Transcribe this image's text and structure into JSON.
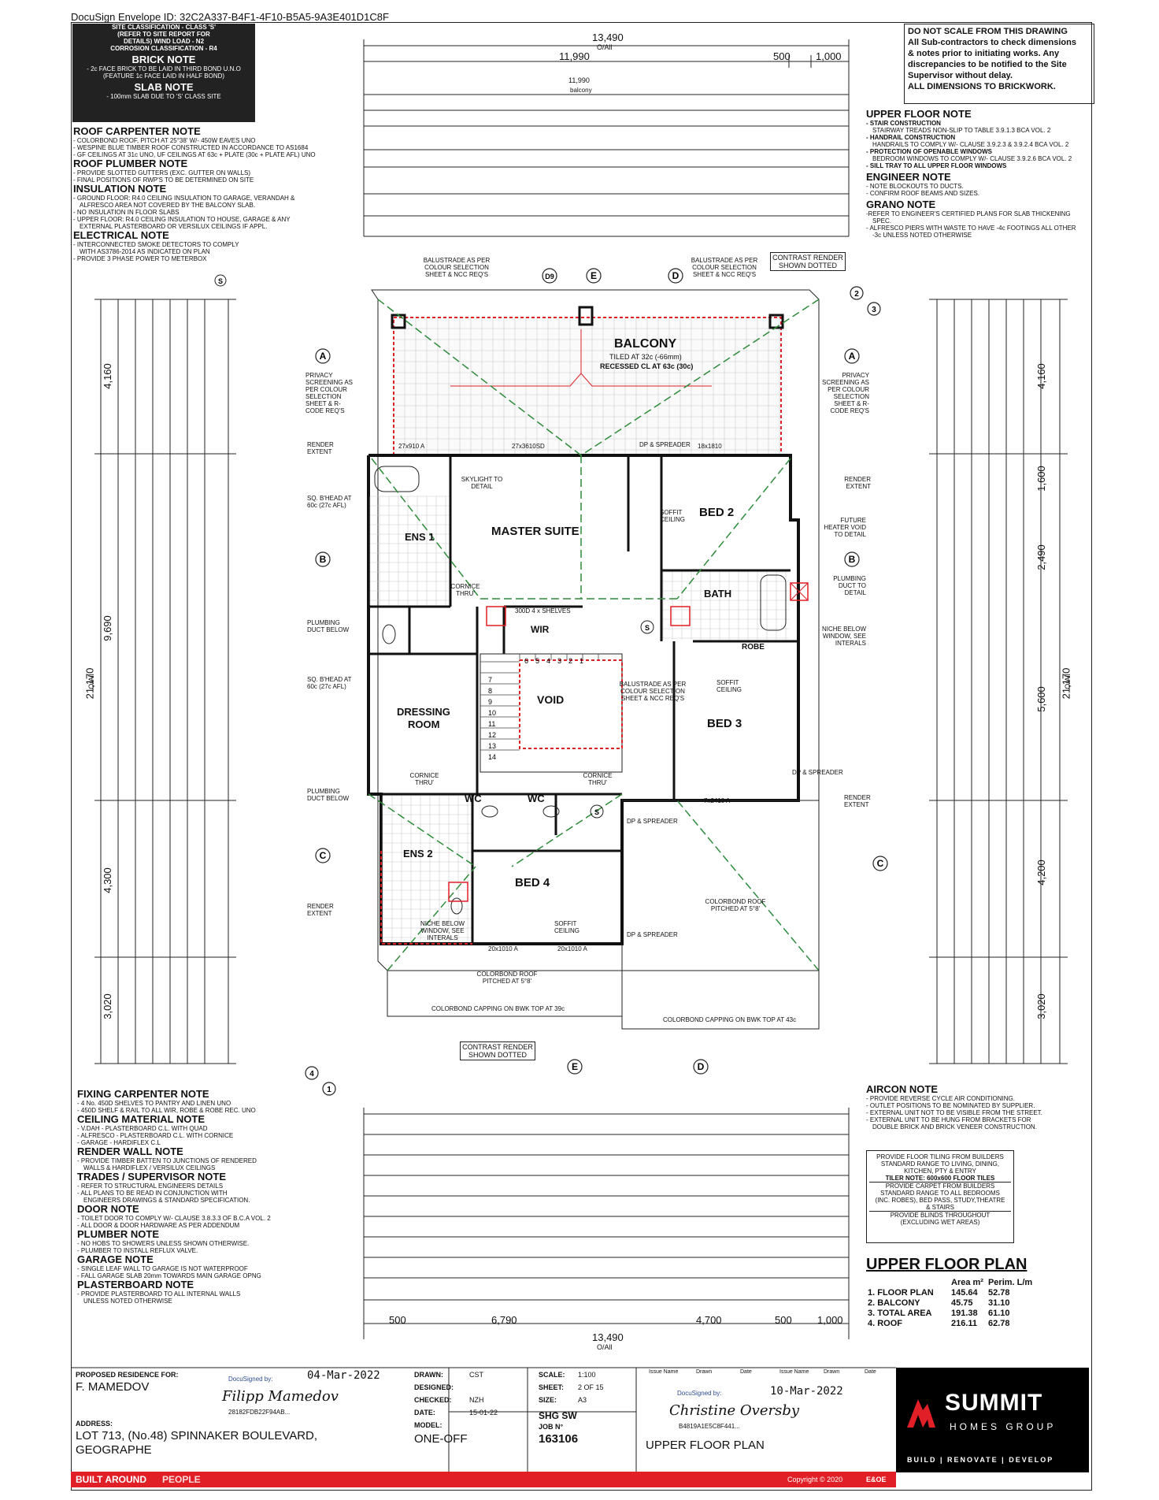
{
  "envelope_id": "DocuSign Envelope ID: 32C2A337-B4F1-4F10-B5A5-9A3E401D1C8F",
  "site_box": {
    "lines": [
      "SITE CLASSIFICATION - CLASS 'S'",
      "(REFER TO SITE REPORT FOR",
      "DETAILS) WIND LOAD - N2",
      "CORROSION CLASSIFICATION - R4"
    ],
    "brick_title": "BRICK NOTE",
    "brick_lines": [
      "- 2c FACE BRICK TO BE LAID IN THIRD BOND U.N.O",
      "(FEATURE 1c FACE LAID IN HALF BOND)"
    ],
    "slab_title": "SLAB NOTE",
    "slab_lines": [
      "- 100mm SLAB DUE TO 'S' CLASS SITE"
    ]
  },
  "left_notes": [
    {
      "title": "ROOF CARPENTER NOTE",
      "lines": [
        "- COLORBOND ROOF, PITCH AT 25°38' W/- 450W EAVES UNO",
        "- WESPINE BLUE TIMBER ROOF CONSTRUCTED IN ACCORDANCE TO AS1684",
        "- GF CEILINGS AT 31c UNO, UF CEILINGS AT 63c + PLATE (30c + PLATE AFL) UNO"
      ]
    },
    {
      "title": "ROOF PLUMBER NOTE",
      "lines": [
        "- PROVIDE SLOTTED GUTTERS (EXC. GUTTER ON WALLS)",
        "- FINAL POSITIONS OF RWP'S TO BE DETERMINED ON SITE"
      ]
    },
    {
      "title": "INSULATION NOTE",
      "lines": [
        "- GROUND FLOOR: R4.0 CEILING INSULATION TO GARAGE, VERANDAH &",
        "ALFRESCO AREA NOT COVERED BY THE BALCONY SLAB.",
        "- NO INSULATION IN FLOOR SLABS",
        "- UPPER FLOOR: R4.0 CEILING INSULATION TO HOUSE, GARAGE & ANY",
        "EXTERNAL PLASTERBOARD OR VERSILUX CEILINGS IF APPL."
      ]
    },
    {
      "title": "ELECTRICAL NOTE",
      "lines": [
        "- INTERCONNECTED SMOKE DETECTORS TO COMPLY",
        "WITH AS3786-2014 AS INDICATED ON PLAN",
        "- PROVIDE 3 PHASE POWER TO METERBOX"
      ]
    }
  ],
  "disclaimer": [
    "DO NOT SCALE FROM THIS DRAWING",
    "All Sub-contractors to check dimensions",
    "& notes prior to initiating works. Any",
    "discrepancies to be notified to the Site",
    "Supervisor without delay.",
    "ALL DIMENSIONS TO BRICKWORK."
  ],
  "right_notes": [
    {
      "title": "UPPER FLOOR NOTE",
      "lines": [
        "- STAIR CONSTRUCTION",
        "STAIRWAY TREADS NON-SLIP TO TABLE 3.9.1.3 BCA VOL. 2",
        "- HANDRAIL CONSTRUCTION",
        "HANDRAILS TO COMPLY W/- CLAUSE 3.9.2.3 & 3.9.2.4 BCA VOL. 2",
        "- PROTECTION OF OPENABLE WINDOWS",
        "BEDROOM WINDOWS TO COMPLY W/- CLAUSE 3.9.2.6 BCA VOL. 2",
        "- SILL TRAY TO ALL UPPER FLOOR WINDOWS"
      ]
    },
    {
      "title": "ENGINEER NOTE",
      "lines": [
        "- NOTE BLOCKOUTS TO DUCTS.",
        "- CONFIRM ROOF BEAMS AND SIZES."
      ]
    },
    {
      "title": "GRANO NOTE",
      "lines": [
        "-REFER TO ENGINEER'S CERTIFIED PLANS FOR SLAB THICKENING",
        "SPEC.",
        "- ALFRESCO PIERS WITH WASTE TO HAVE -4c FOOTINGS ALL OTHER",
        "-3c UNLESS NOTED OTHERWISE"
      ]
    }
  ],
  "bottom_left_notes": [
    {
      "title": "FIXING CARPENTER NOTE",
      "lines": [
        "- 4 No. 450D SHELVES TO PANTRY AND LINEN UNO",
        "- 450D SHELF & RAIL TO ALL WIR, ROBE & ROBE REC. UNO"
      ]
    },
    {
      "title": "CEILING MATERIAL NOTE",
      "lines": [
        "- V.DAH - PLASTERBOARD C.L. WITH QUAD",
        "- ALFRESCO - PLASTERBOARD C.L. WITH CORNICE",
        "- GARAGE - HARDIFLEX C.L"
      ]
    },
    {
      "title": "RENDER WALL NOTE",
      "lines": [
        "- PROVIDE TIMBER BATTEN TO JUNCTIONS OF RENDERED",
        "WALLS & HARDIFLEX / VERSILUX CEILINGS"
      ]
    },
    {
      "title": "TRADES / SUPERVISOR NOTE",
      "lines": [
        "- REFER TO STRUCTURAL ENGINEERS DETAILS",
        "- ALL PLANS TO BE READ IN CONJUNCTION WITH",
        "ENGINEERS DRAWINGS & STANDARD SPECIFICATION."
      ]
    },
    {
      "title": "DOOR NOTE",
      "lines": [
        "- TOILET DOOR TO COMPLY W/- CLAUSE 3.8.3.3 OF B.C.A VOL. 2",
        "- ALL DOOR & DOOR HARDWARE AS PER ADDENDUM"
      ]
    },
    {
      "title": "PLUMBER NOTE",
      "lines": [
        "- NO HOBS TO SHOWERS UNLESS SHOWN OTHERWISE.",
        "- PLUMBER TO INSTALL REFLUX VALVE."
      ]
    },
    {
      "title": "GARAGE NOTE",
      "lines": [
        "- SINGLE LEAF WALL TO GARAGE IS NOT WATERPROOF",
        "- FALL GARAGE SLAB 20mm TOWARDS MAIN GARAGE OPNG"
      ]
    },
    {
      "title": "PLASTERBOARD NOTE",
      "lines": [
        "- PROVIDE PLASTERBOARD TO ALL INTERNAL WALLS",
        "UNLESS NOTED OTHERWISE"
      ]
    }
  ],
  "aircon_note": {
    "title": "AIRCON NOTE",
    "lines": [
      "- PROVIDE REVERSE CYCLE AIR CONDITIONING.",
      "- OUTLET POSITIONS TO BE NOMINATED BY SUPPLIER.",
      "- EXTERNAL UNIT NOT TO BE VISIBLE FROM THE STREET.",
      "- EXTERNAL UNIT TO BE HUNG FROM BRACKETS FOR",
      "DOUBLE BRICK AND BRICK VENEER CONSTRUCTION."
    ]
  },
  "tiling_box": [
    "PROVIDE FLOOR TILING FROM BUILDERS",
    "STANDARD RANGE TO LIVING, DINING,",
    "KITCHEN, PTY & ENTRY",
    "TILER NOTE: 600x600 FLOOR TILES",
    "PROVIDE CARPET FROM BUILDERS",
    "STANDARD RANGE TO ALL BEDROOMS",
    "(INC. ROBES), BED PASS, STUDY,THEATRE",
    "& STAIRS",
    "PROVIDE BLINDS THROUGHOUT",
    "(EXCLUDING WET AREAS)"
  ],
  "plan_title": "UPPER FLOOR PLAN",
  "area_table": {
    "headers": [
      "",
      "Area m²",
      "Perim. L/m"
    ],
    "rows": [
      [
        "1. FLOOR PLAN",
        "145.64",
        "52.78"
      ],
      [
        "2. BALCONY",
        "45.75",
        "31.10"
      ],
      [
        "3. TOTAL AREA",
        "191.38",
        "61.10"
      ],
      [
        "4. ROOF",
        "216.11",
        "62.78"
      ]
    ]
  },
  "rooms": {
    "balcony": "BALCONY",
    "balcony_sub1": "TILED AT 32c (-66mm)",
    "balcony_sub2": "RECESSED CL AT 63c (30c)",
    "master": "MASTER SUITE",
    "ens1": "ENS 1",
    "bed2": "BED 2",
    "bath": "BATH",
    "bed3": "BED 3",
    "dressing1": "DRESSING",
    "dressing2": "ROOM",
    "void": "VOID",
    "wc": "WC",
    "ens2": "ENS 2",
    "bed4": "BED 4",
    "wir": "WIR",
    "robe": "ROBE"
  },
  "plan_labels": {
    "balustrade": "BALUSTRADE AS PER COLOUR SELECTION SHEET & NCC REQ'S",
    "contrast_render": "CONTRAST RENDER SHOWN DOTTED",
    "privacy": "PRIVACY SCREENING AS PER COLOUR SELECTION SHEET & R-CODE REQ'S",
    "render_extent": "RENDER EXTENT",
    "skylight": "SKYLIGHT TO DETAIL",
    "sq_bhead": "SQ. B'HEAD AT 60c (27c AFL)",
    "plumbing_duct": "PLUMBING DUCT BELOW",
    "future_heater": "FUTURE HEATER VOID TO DETAIL",
    "plumbing_detail": "PLUMBING DUCT TO DETAIL",
    "niche": "NICHE BELOW WINDOW, SEE INTERALS",
    "soffit": "SOFFIT CEILING",
    "colorbond_roof_r": "COLORBOND ROOF PITCHED AT 5°8'",
    "colorbond_roof_b": "COLORBOND ROOF PITCHED AT 5°8'",
    "capping_39": "COLORBOND CAPPING ON BWK TOP AT 39c",
    "capping_43": "COLORBOND CAPPING ON BWK TOP AT 43c",
    "cornice": "CORNICE THRU'",
    "shelves": "300D 4 x SHELVES",
    "dp_spreader": "DP & SPREADER",
    "window_27x910": "27x910 A",
    "window_27x3610": "27x3610SD",
    "window_18x1810": "18x1810",
    "window_7x2410": "7x2410 A",
    "window_20x1010a": "20x1010 A",
    "window_20x1010b": "20x1010 A"
  },
  "dims_top": {
    "overall": "13,490",
    "oall": "O/All",
    "a": "11,990",
    "b": "500",
    "c": "1,000",
    "balcony": "11,990",
    "balcony_lbl": "balcony"
  },
  "dims_bottom": {
    "overall": "13,490",
    "oall": "O/All",
    "a": "500",
    "b": "6,790",
    "c": "4,700",
    "d": "500",
    "e": "1,000"
  },
  "dims_left": {
    "a": "4,160",
    "b": "9,690",
    "c": "4,300",
    "d": "3,020",
    "overall": "21,170",
    "oall": "O/All"
  },
  "dims_right": {
    "a": "4,160",
    "b": "1,600",
    "c": "2,490",
    "d": "5,600",
    "e": "4,200",
    "f": "3,020",
    "overall": "21,170",
    "oall": "O/All"
  },
  "title_block": {
    "proposed_label": "PROPOSED RESIDENCE FOR:",
    "client": "F. MAMEDOV",
    "docusigned": "DocuSigned by:",
    "date1": "04-Mar-2022",
    "signer1": "Filipp Mamedov",
    "sig1_id": "28182FDB22F94AB...",
    "address_label": "ADDRESS:",
    "address1": "LOT 713, (No.48) SPINNAKER BOULEVARD,",
    "address2": "GEOGRAPHE",
    "drawn_label": "DRAWN:",
    "drawn": "CST",
    "designed_label": "DESIGNED:",
    "designed": "",
    "checked_label": "CHECKED:",
    "checked": "NZH",
    "date_label": "DATE:",
    "date": "15-01-22",
    "model_label": "MODEL:",
    "model": "ONE-OFF",
    "scale_label": "SCALE:",
    "scale": "1:100",
    "sheet_label": "SHEET:",
    "sheet": "2 OF 15",
    "size_label": "SIZE:",
    "size": "A3",
    "series": "SHG SW",
    "job_label": "JOB N°",
    "job": "163106",
    "issue_headers": [
      "Issue Name",
      "Drawn",
      "Date",
      "Issue Name",
      "Drawn",
      "Date"
    ],
    "date2": "10-Mar-2022",
    "signer2": "Christine Oversby",
    "sig2_id": "B4819A1E5C8F441...",
    "drawing_name": "UPPER FLOOR PLAN",
    "copyright": "Copyright © 2020",
    "eoe": "E&OE",
    "brand": "SUMMIT",
    "brand_sub": "HOMES GROUP",
    "tagline": "BUILD | RENOVATE | DEVELOP",
    "built_around": "BUILT AROUND",
    "people": "PEOPLE"
  },
  "colors": {
    "accent_red": "#e01f26",
    "dark": "#222222",
    "green_dash": "#2e8b3a"
  }
}
